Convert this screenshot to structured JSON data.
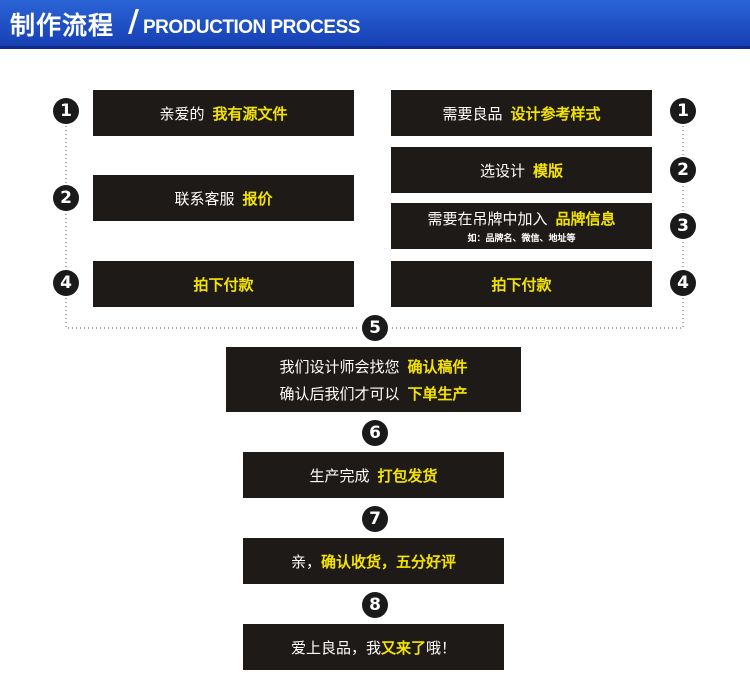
{
  "header": {
    "title_cn": "制作流程",
    "slash": "/",
    "title_en": "PRODUCTION PROCESS"
  },
  "left": [
    {
      "step": "1",
      "text": "亲爱的",
      "highlight": "我有源文件"
    },
    {
      "step": "2",
      "text": "联系客服",
      "highlight": "报价"
    },
    {
      "step": "4",
      "text": "",
      "highlight": "拍下付款"
    }
  ],
  "right": [
    {
      "step": "1",
      "text": "需要良品",
      "highlight": "设计参考样式"
    },
    {
      "step": "2",
      "text": "选设计",
      "highlight": "模版"
    },
    {
      "step": "3",
      "text": "需要在吊牌中加入",
      "highlight": "品牌信息",
      "note": "如：品牌名、微信、地址等"
    },
    {
      "step": "4",
      "text": "",
      "highlight": "拍下付款"
    }
  ],
  "center": [
    {
      "step": "5",
      "line1_text": "我们设计师会找您",
      "line1_highlight": "确认稿件",
      "line2_text": "确认后我们才可以",
      "line2_highlight": "下单生产"
    },
    {
      "step": "6",
      "text": "生产完成",
      "highlight": "打包发货"
    },
    {
      "step": "7",
      "text": "亲，",
      "highlight": "确认收货，五分好评"
    },
    {
      "step": "8",
      "text": "爱上良品，我",
      "highlight": "又来了",
      "suffix": "哦！"
    }
  ]
}
